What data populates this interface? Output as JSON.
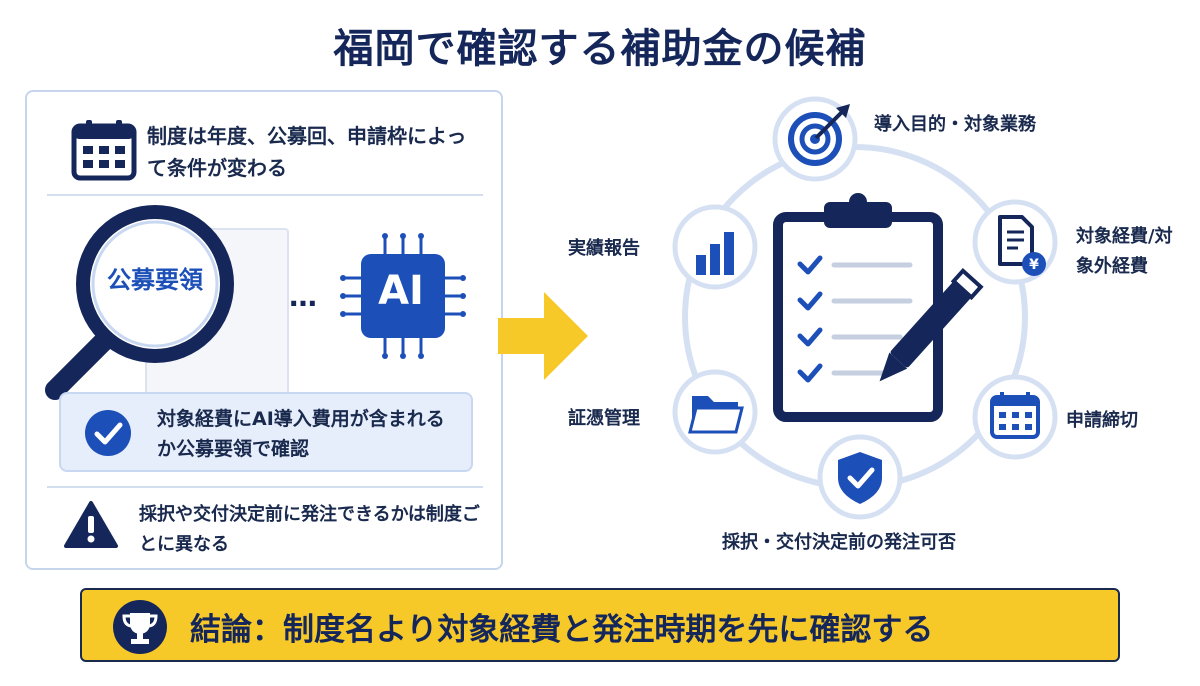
{
  "title": "福岡で確認する補助金の候補",
  "left_panel": {
    "row1_text": "制度は年度、公募回、申請枠によって条件が変わる",
    "magnifier_label": "公募要領",
    "ellipsis": "…",
    "ai_label": "AI",
    "ai_note_text": "対象経費にAI導入費用が含まれるか公募要領で確認",
    "warning_text": "採択や交付決定前に発注できるかは制度ごとに異なる"
  },
  "diagram": {
    "center_icon": "clipboard-checklist-icon",
    "items": [
      {
        "label": "導入目的・対象業務",
        "icon": "target-icon"
      },
      {
        "label": "対象経費/対象外経費",
        "icon": "document-yen-icon"
      },
      {
        "label": "申請締切",
        "icon": "calendar-icon"
      },
      {
        "label": "採択・交付決定前の発注可否",
        "icon": "shield-check-icon"
      },
      {
        "label": "証憑管理",
        "icon": "folder-icon"
      },
      {
        "label": "実績報告",
        "icon": "bar-chart-icon"
      }
    ]
  },
  "banner": {
    "text": "結論：制度名より対象経費と発注時期を先に確認する",
    "icon": "trophy-icon"
  },
  "colors": {
    "navy": "#15275a",
    "blue": "#1d4fb8",
    "light_blue": "#e6eefb",
    "accent_yellow": "#f7c928"
  }
}
